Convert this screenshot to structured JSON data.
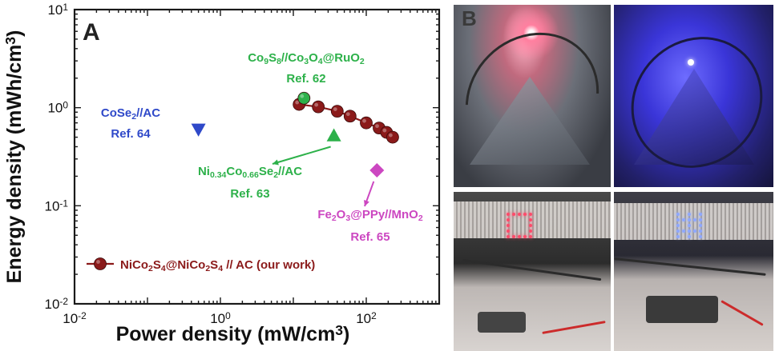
{
  "chart_data": {
    "type": "scatter",
    "panel_label": "A",
    "xlabel": "Power density  (mW/cm",
    "xlabel_sup": "3",
    "xlabel_close": ")",
    "ylabel": "Energy density  (mWh/cm",
    "ylabel_sup": "3",
    "ylabel_close": ")",
    "xscale": "log",
    "yscale": "log",
    "xlim": [
      0.01,
      1000
    ],
    "ylim": [
      0.01,
      10
    ],
    "x_tick_labels": [
      {
        "value": 0.01,
        "base": "10",
        "exp": "-2"
      },
      {
        "value": 1,
        "base": "10",
        "exp": "0"
      },
      {
        "value": 100,
        "base": "10",
        "exp": "2"
      }
    ],
    "y_tick_labels": [
      {
        "value": 0.01,
        "base": "10",
        "exp": "-2"
      },
      {
        "value": 0.1,
        "base": "10",
        "exp": "-1"
      },
      {
        "value": 1,
        "base": "10",
        "exp": "0"
      },
      {
        "value": 10,
        "base": "10",
        "exp": "1"
      }
    ],
    "series": [
      {
        "name": "NiCo2S4@NiCo2S4 // AC (our work)",
        "marker": "circle",
        "connected": true,
        "color": "#8b1a1a",
        "x": [
          12,
          22,
          40,
          60,
          100,
          150,
          190,
          230
        ],
        "y": [
          1.08,
          1.02,
          0.92,
          0.82,
          0.7,
          0.62,
          0.56,
          0.5
        ]
      },
      {
        "name": "Co9S8//Co3O4@RuO2",
        "marker": "circle",
        "color": "#2db14a",
        "x": [
          14
        ],
        "y": [
          1.25
        ]
      },
      {
        "name": "CoSe2//AC",
        "marker": "triangle-down",
        "color": "#2f49c9",
        "x": [
          0.5
        ],
        "y": [
          0.6
        ]
      },
      {
        "name": "Ni0.34Co0.66Se2//AC",
        "marker": "triangle-up",
        "color": "#2db14a",
        "x": [
          36
        ],
        "y": [
          0.52
        ]
      },
      {
        "name": "Fe2O3@PPy//MnO2",
        "marker": "diamond",
        "color": "#cc47c1",
        "x": [
          140
        ],
        "y": [
          0.23
        ]
      }
    ],
    "annotations": [
      {
        "id": "co9s8",
        "color": "#2db14a",
        "line1_parts": [
          [
            "Co",
            ""
          ],
          [
            "9",
            "sub"
          ],
          [
            "S",
            ""
          ],
          [
            "8",
            "sub"
          ],
          [
            "//Co",
            ""
          ],
          [
            "3",
            "sub"
          ],
          [
            "O",
            ""
          ],
          [
            "4",
            "sub"
          ],
          [
            "@RuO",
            ""
          ],
          [
            "2",
            "sub"
          ]
        ],
        "line2": "Ref. 62"
      },
      {
        "id": "cose2",
        "color": "#2f49c9",
        "line1_parts": [
          [
            "CoSe",
            ""
          ],
          [
            "2",
            "sub"
          ],
          [
            "//AC",
            ""
          ]
        ],
        "line2": "Ref. 64"
      },
      {
        "id": "nicose",
        "color": "#2db14a",
        "line1_parts": [
          [
            "Ni",
            ""
          ],
          [
            "0.34",
            "sub"
          ],
          [
            "Co",
            ""
          ],
          [
            "0.66",
            "sub"
          ],
          [
            "Se",
            ""
          ],
          [
            "2",
            "sub"
          ],
          [
            "//AC",
            ""
          ]
        ],
        "line2": "Ref. 63"
      },
      {
        "id": "fe2o3",
        "color": "#cc47c1",
        "line1_parts": [
          [
            "Fe",
            ""
          ],
          [
            "2",
            "sub"
          ],
          [
            "O",
            ""
          ],
          [
            "3",
            "sub"
          ],
          [
            "@PPy//MnO",
            ""
          ],
          [
            "2",
            "sub"
          ]
        ],
        "line2": "Ref. 65"
      }
    ],
    "legend": {
      "placement": "bottom-left",
      "parts": [
        [
          "NiCo",
          ""
        ],
        [
          "2",
          "sub"
        ],
        [
          "S",
          ""
        ],
        [
          "4",
          "sub"
        ],
        [
          "@NiCo",
          ""
        ],
        [
          "2",
          "sub"
        ],
        [
          "S",
          ""
        ],
        [
          "4",
          "sub"
        ],
        [
          " // AC (our work)",
          ""
        ]
      ]
    }
  },
  "panel_b": {
    "label": "B"
  },
  "colors": {
    "our_work": "#8b1a1a",
    "green": "#2db14a",
    "blue": "#2f49c9",
    "magenta": "#cc47c1"
  }
}
